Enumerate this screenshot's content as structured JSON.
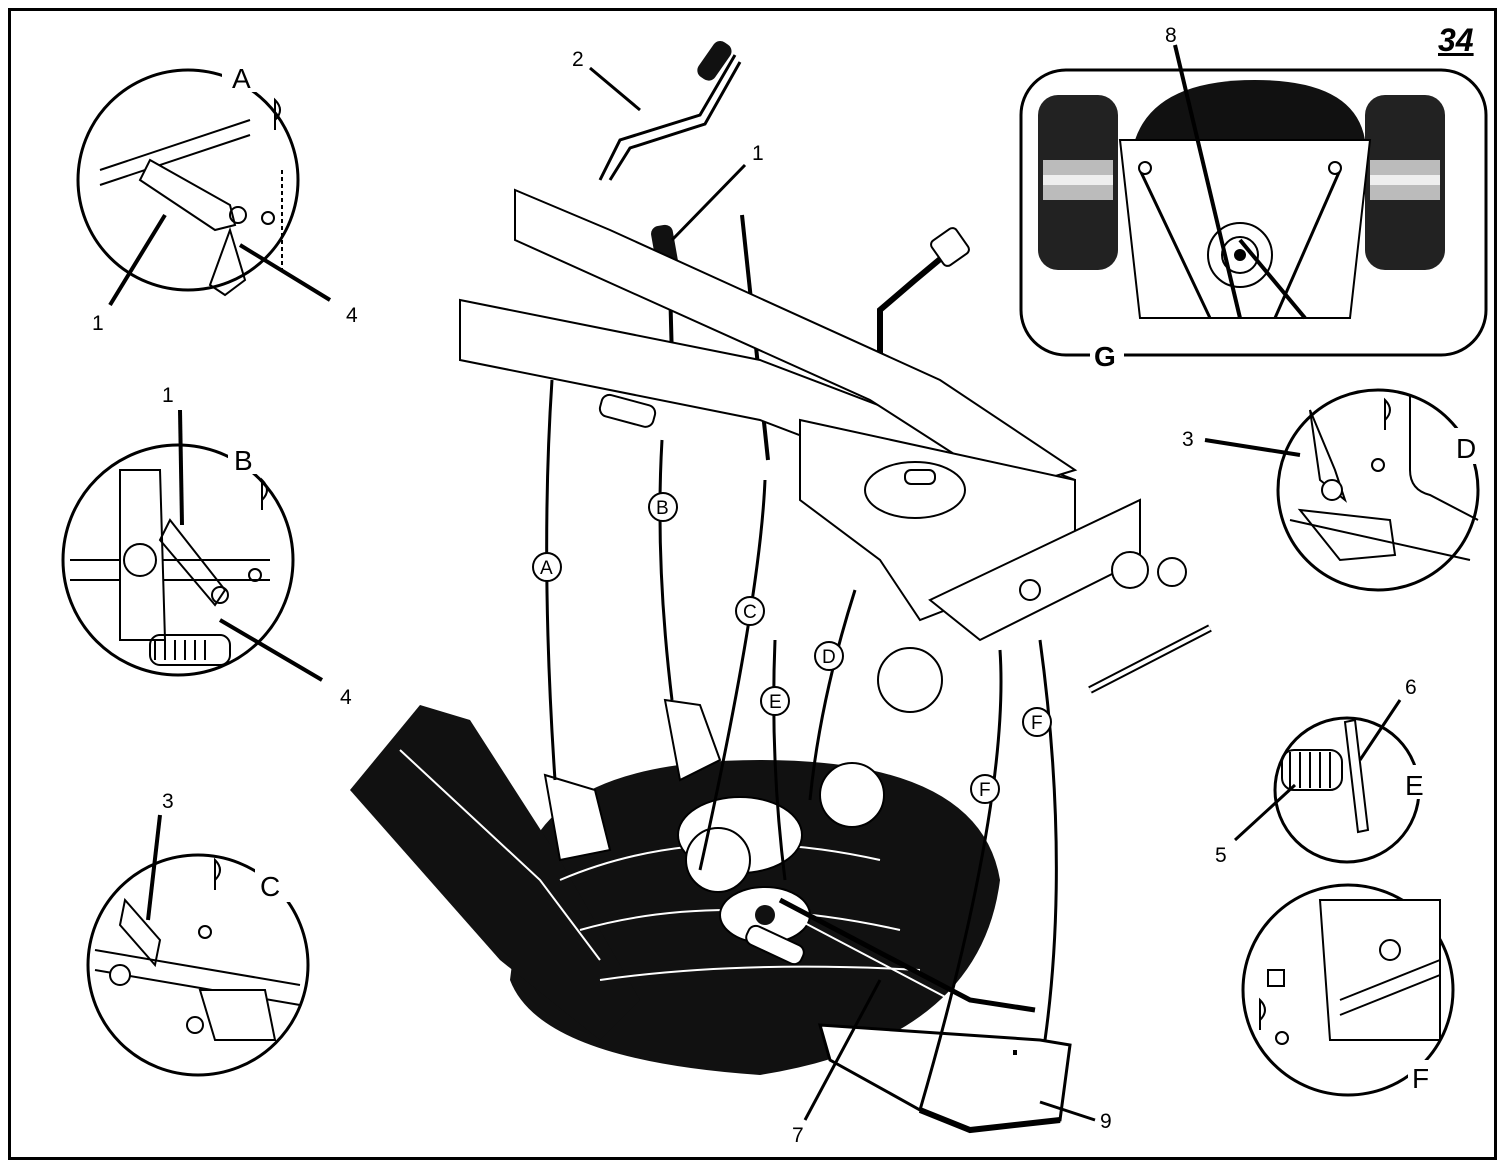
{
  "page_number": "34",
  "callouts": {
    "A": "A",
    "B": "B",
    "C": "C",
    "D": "D",
    "E": "E",
    "F": "F",
    "G": "G"
  },
  "part_numbers": {
    "n1": "1",
    "n2": "2",
    "n3": "3",
    "n4": "4",
    "n5": "5",
    "n6": "6",
    "n7": "7",
    "n8": "8",
    "n9": "9"
  },
  "linkage_markers": {
    "A": "A",
    "B": "B",
    "C": "C",
    "D": "D",
    "E": "E",
    "F": "F"
  }
}
